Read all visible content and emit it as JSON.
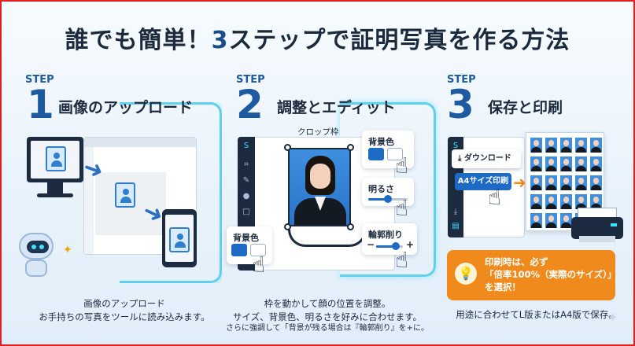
{
  "title": {
    "part1": "誰でも簡単！",
    "highlight": "3",
    "part2": "ステップで証明写真を作る方法"
  },
  "steps": [
    {
      "label": "STEP",
      "number": "1",
      "title": "画像のアップロード",
      "caption_line1": "画像のアップロード",
      "caption_line2": "お手持ちの写真をツールに読み込みます。"
    },
    {
      "label": "STEP",
      "number": "2",
      "title": "調整とエディット",
      "crop_label": "クロップ枠",
      "bg_card_label": "背景色",
      "brightness_label": "明るさ",
      "contour_label": "輪郭削り",
      "minus": "−",
      "plus": "+",
      "bg_card2_label": "背景色",
      "caption_line1": "枠を動かして顔の位置を調整。",
      "caption_line2": "サイズ、背景色、明るさを好みに合わせます。",
      "caption_line3": "さらに強調して「背景が残る場合は『輪郭削り』を+に。"
    },
    {
      "label": "STEP",
      "number": "3",
      "title": "保存と印刷",
      "download_button": "ダウンロード",
      "a4_button": "A4サイズ印刷",
      "notice_line1": "印刷時は、必ず",
      "notice_line2": "「倍率100%（実際のサイズ）」",
      "notice_line3": "を選択！",
      "caption_line1": "用途に合わせてL版またはA4版で保存。"
    }
  ],
  "colors": {
    "accent": "#1d5aa0",
    "button_blue": "#1d6bc4",
    "orange": "#f08a1c",
    "connector": "#5fd0f0"
  },
  "icons": {
    "file": "person-file-icon",
    "hand": "pointer-hand-icon",
    "bulb": "light-bulb-icon",
    "download": "download-icon",
    "printer": "printer-icon"
  }
}
